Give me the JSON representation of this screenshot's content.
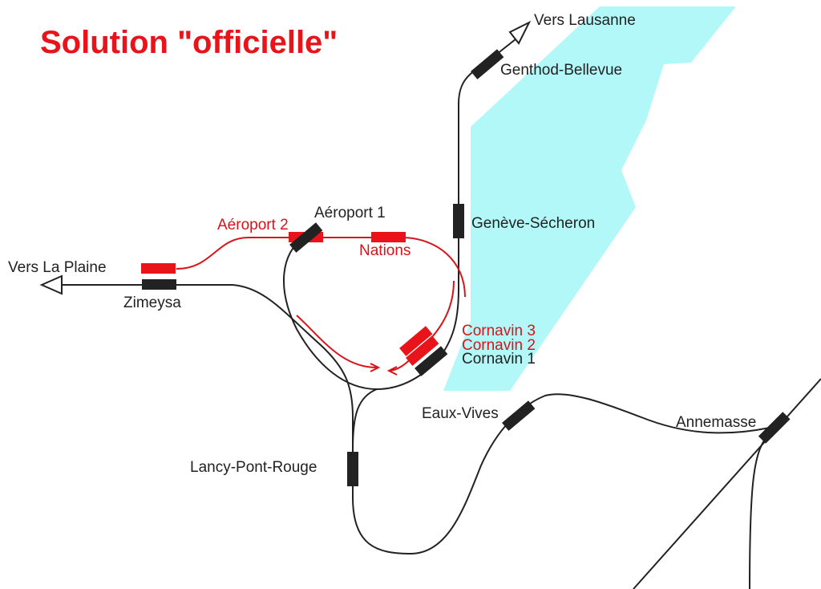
{
  "title": "Solution \"officielle\"",
  "colors": {
    "lake": "#b3f8f8",
    "track": "#222222",
    "proposed": "#e8141a"
  },
  "destinations": {
    "lausanne": "Vers Lausanne",
    "la_plaine": "Vers La Plaine"
  },
  "stations": {
    "genthod": "Genthod-Bellevue",
    "secheron": "Genève-Sécheron",
    "aeroport1": "Aéroport 1",
    "aeroport2": "Aéroport 2",
    "nations": "Nations",
    "zimeysa": "Zimeysa",
    "cornavin3": "Cornavin 3",
    "cornavin2": "Cornavin 2",
    "cornavin1": "Cornavin 1",
    "eaux_vives": "Eaux-Vives",
    "annemasse": "Annemasse",
    "lancy": "Lancy-Pont-Rouge"
  }
}
